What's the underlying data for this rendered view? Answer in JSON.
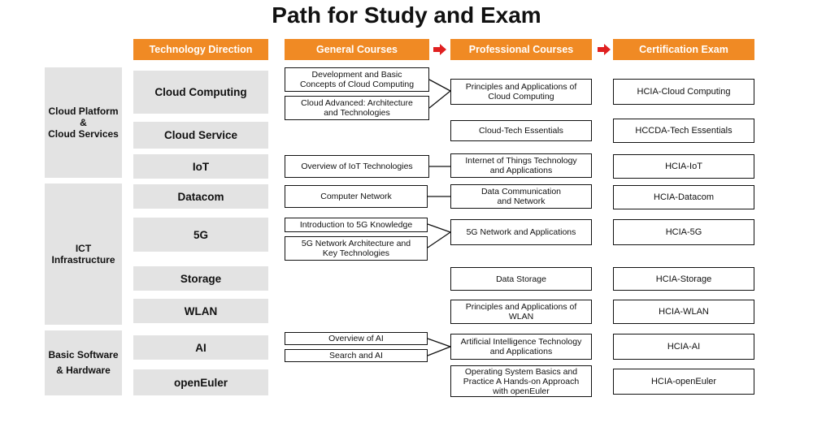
{
  "title": "Path for Study and Exam",
  "headers": {
    "technology_direction": "Technology Direction",
    "general_courses": "General Courses",
    "professional_courses": "Professional Courses",
    "certification_exam": "Certification Exam"
  },
  "groups": {
    "cloud": "Cloud Platform\n&\nCloud Services",
    "ict": "ICT\nInfrastructure",
    "basic": "Basic Software\n& Hardware"
  },
  "directions": {
    "cloud_computing": "Cloud Computing",
    "cloud_service": "Cloud  Service",
    "iot": "IoT",
    "datacom": "Datacom",
    "fiveg": "5G",
    "storage": "Storage",
    "wlan": "WLAN",
    "ai": "AI",
    "openeuler": "openEuler"
  },
  "general": {
    "cc_basic": "Development and Basic\nConcepts of Cloud Computing",
    "cc_advanced": "Cloud Advanced: Architecture\nand Technologies",
    "iot_overview": "Overview of IoT Technologies",
    "computer_network": "Computer Network",
    "intro_5g": "Introduction to 5G Knowledge",
    "arch_5g": "5G Network Architecture and\nKey Technologies",
    "overview_ai": "Overview of AI",
    "search_ai": "Search and AI"
  },
  "professional": {
    "cc": "Principles and Applications of\nCloud Computing",
    "cloud_tech": "Cloud-Tech Essentials",
    "iot": "Internet of Things Technology\nand Applications",
    "datacom": "Data Communication\nand Network",
    "fiveg": "5G Network and Applications",
    "storage": "Data Storage",
    "wlan": "Principles and Applications of\nWLAN",
    "ai": "Artificial Intelligence Technology\nand Applications",
    "openeuler": "Operating System Basics and\nPractice A Hands-on Approach\nwith openEuler"
  },
  "certification": {
    "cc": "HCIA-Cloud Computing",
    "tech": "HCCDA-Tech Essentials",
    "iot": "HCIA-IoT",
    "datacom": "HCIA-Datacom",
    "fiveg": "HCIA-5G",
    "storage": "HCIA-Storage",
    "wlan": "HCIA-WLAN",
    "ai": "HCIA-AI",
    "openeuler": "HCIA-openEuler"
  },
  "colors": {
    "header_orange": "#f08a24",
    "arrow_red": "#e02020",
    "gray": "#e3e3e3"
  }
}
